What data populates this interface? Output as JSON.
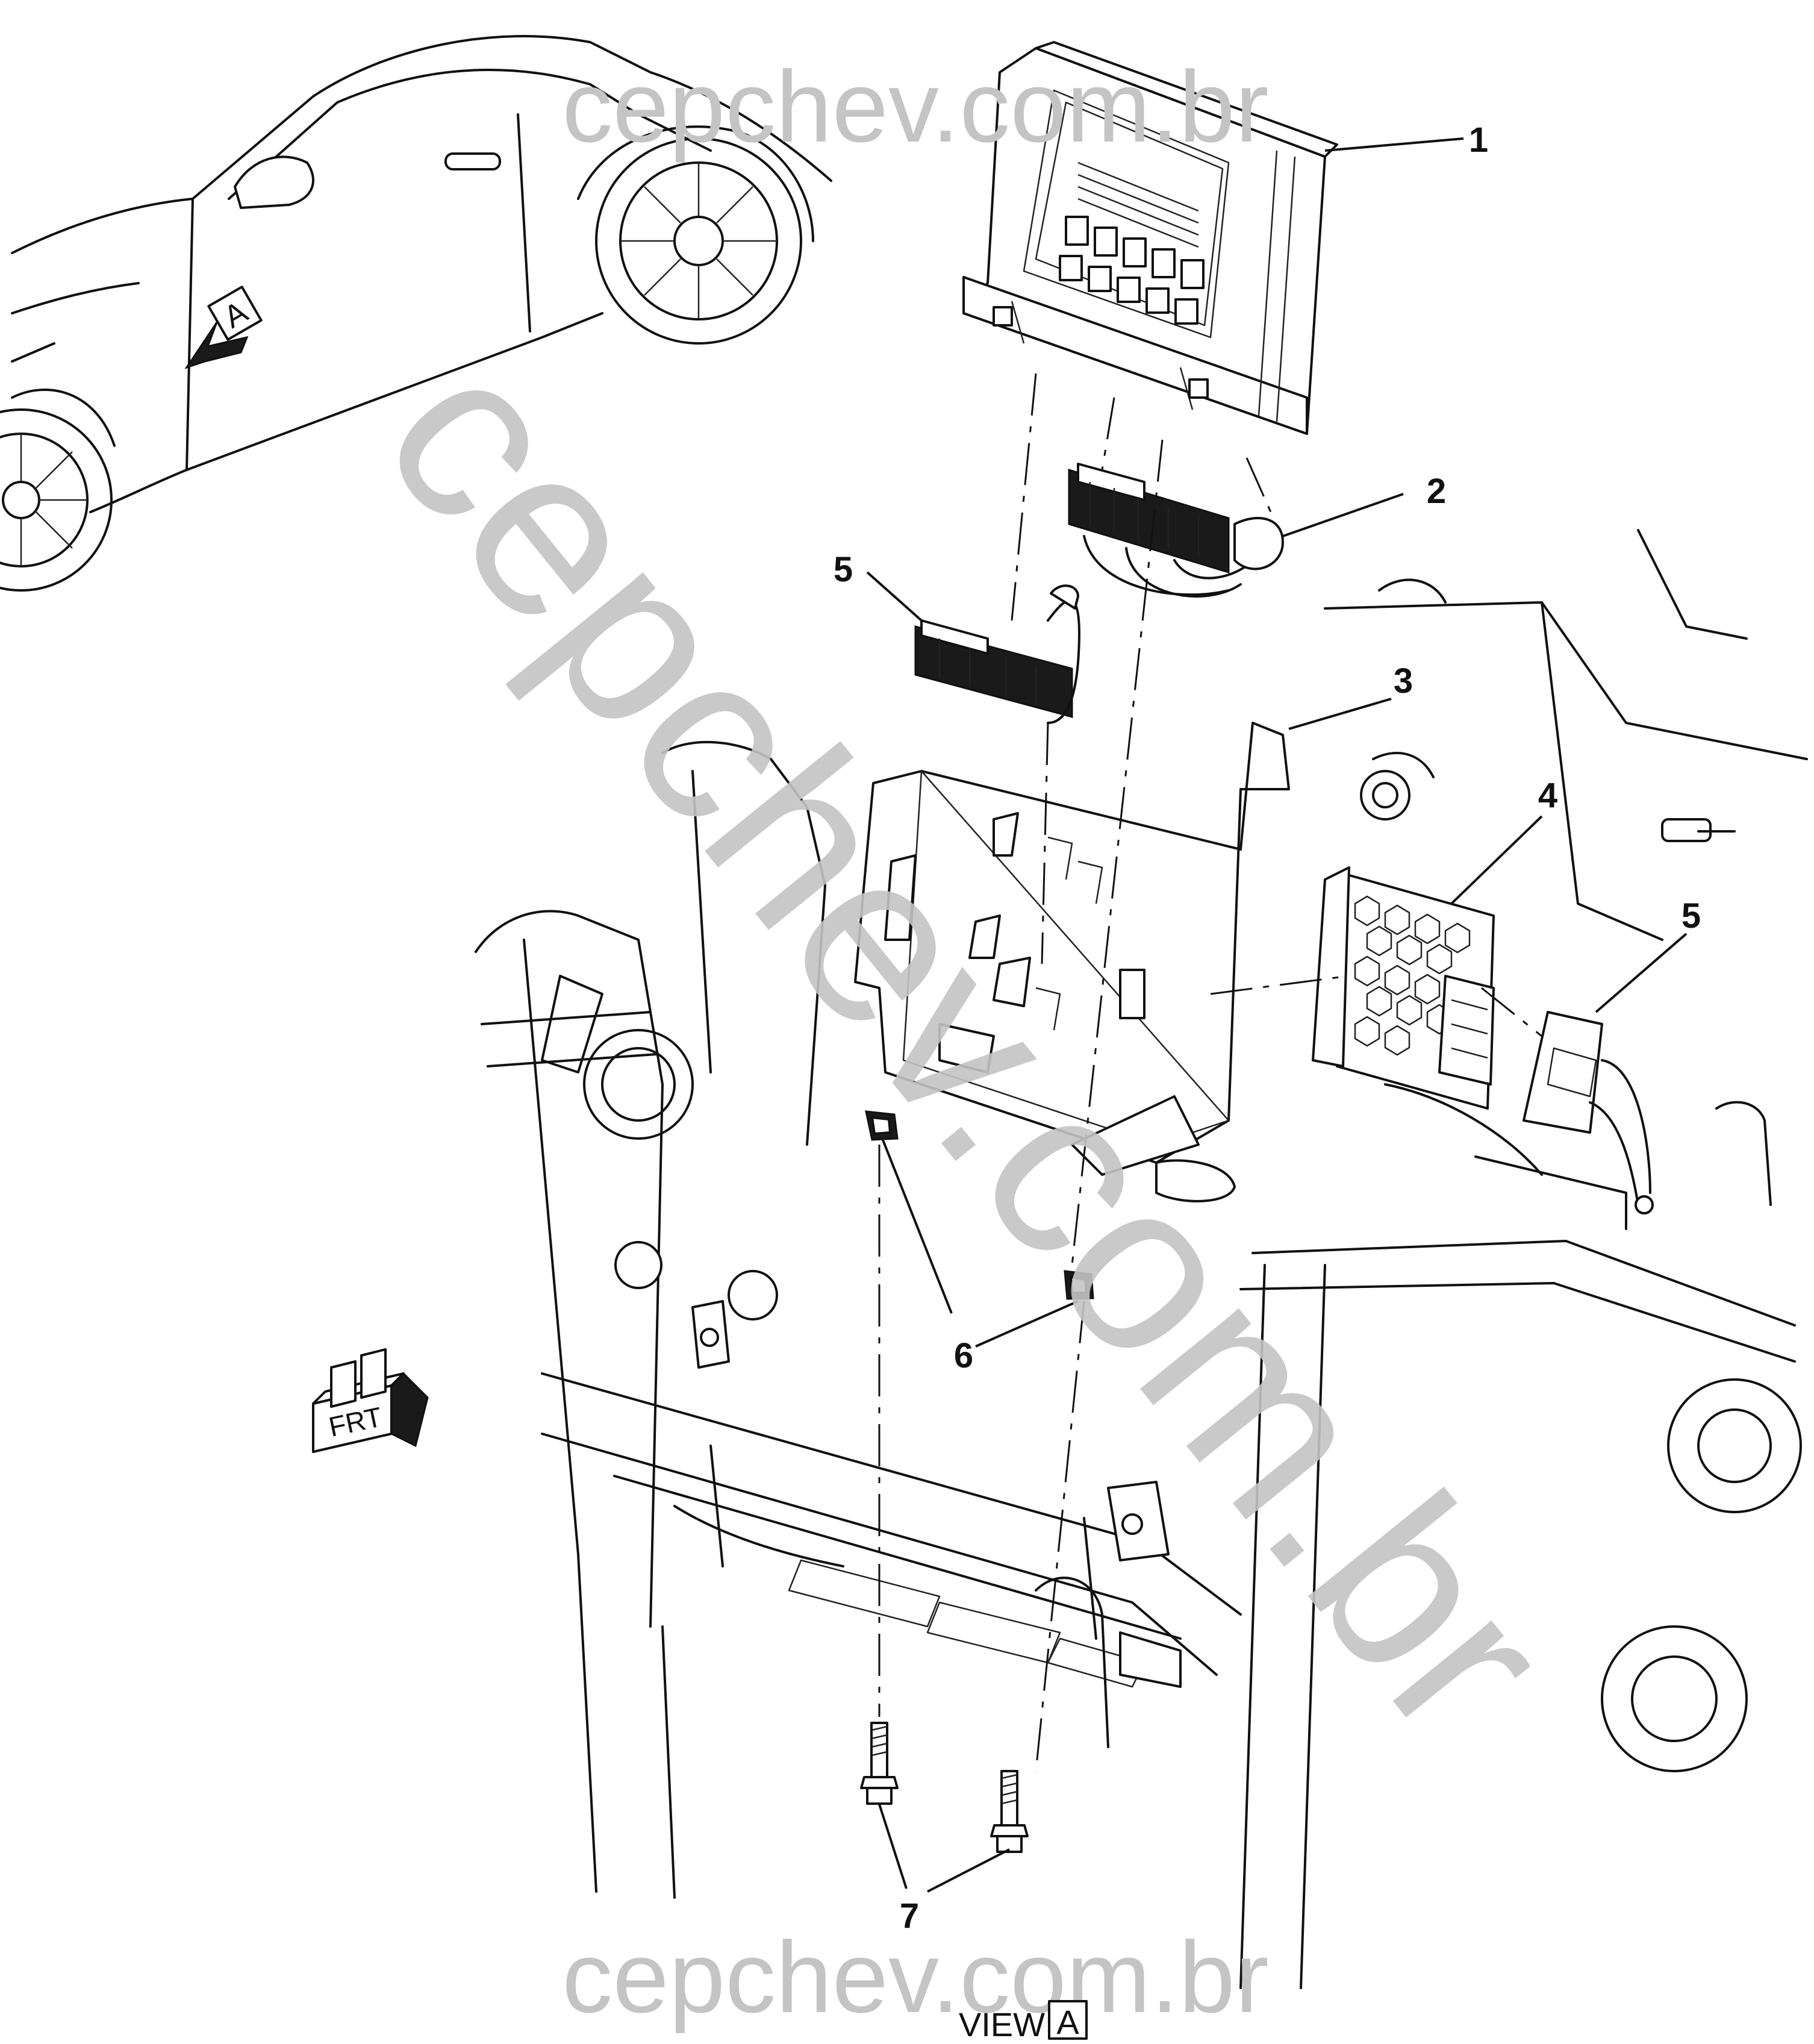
{
  "watermark": {
    "top": "cepchev.com.br",
    "bottom": "cepchev.com.br",
    "diagonal": "cepchev.com.br",
    "color": "#c4c4c4"
  },
  "callouts": [
    {
      "id": "1",
      "label": "1"
    },
    {
      "id": "2",
      "label": "2"
    },
    {
      "id": "3",
      "label": "3"
    },
    {
      "id": "4",
      "label": "4"
    },
    {
      "id": "5a",
      "label": "5"
    },
    {
      "id": "5b",
      "label": "5"
    },
    {
      "id": "6",
      "label": "6"
    },
    {
      "id": "7",
      "label": "7"
    }
  ],
  "view_marker_label": "A",
  "view_caption": {
    "prefix": "VIEW",
    "letter": "A"
  },
  "front_arrow_label": "FRT"
}
